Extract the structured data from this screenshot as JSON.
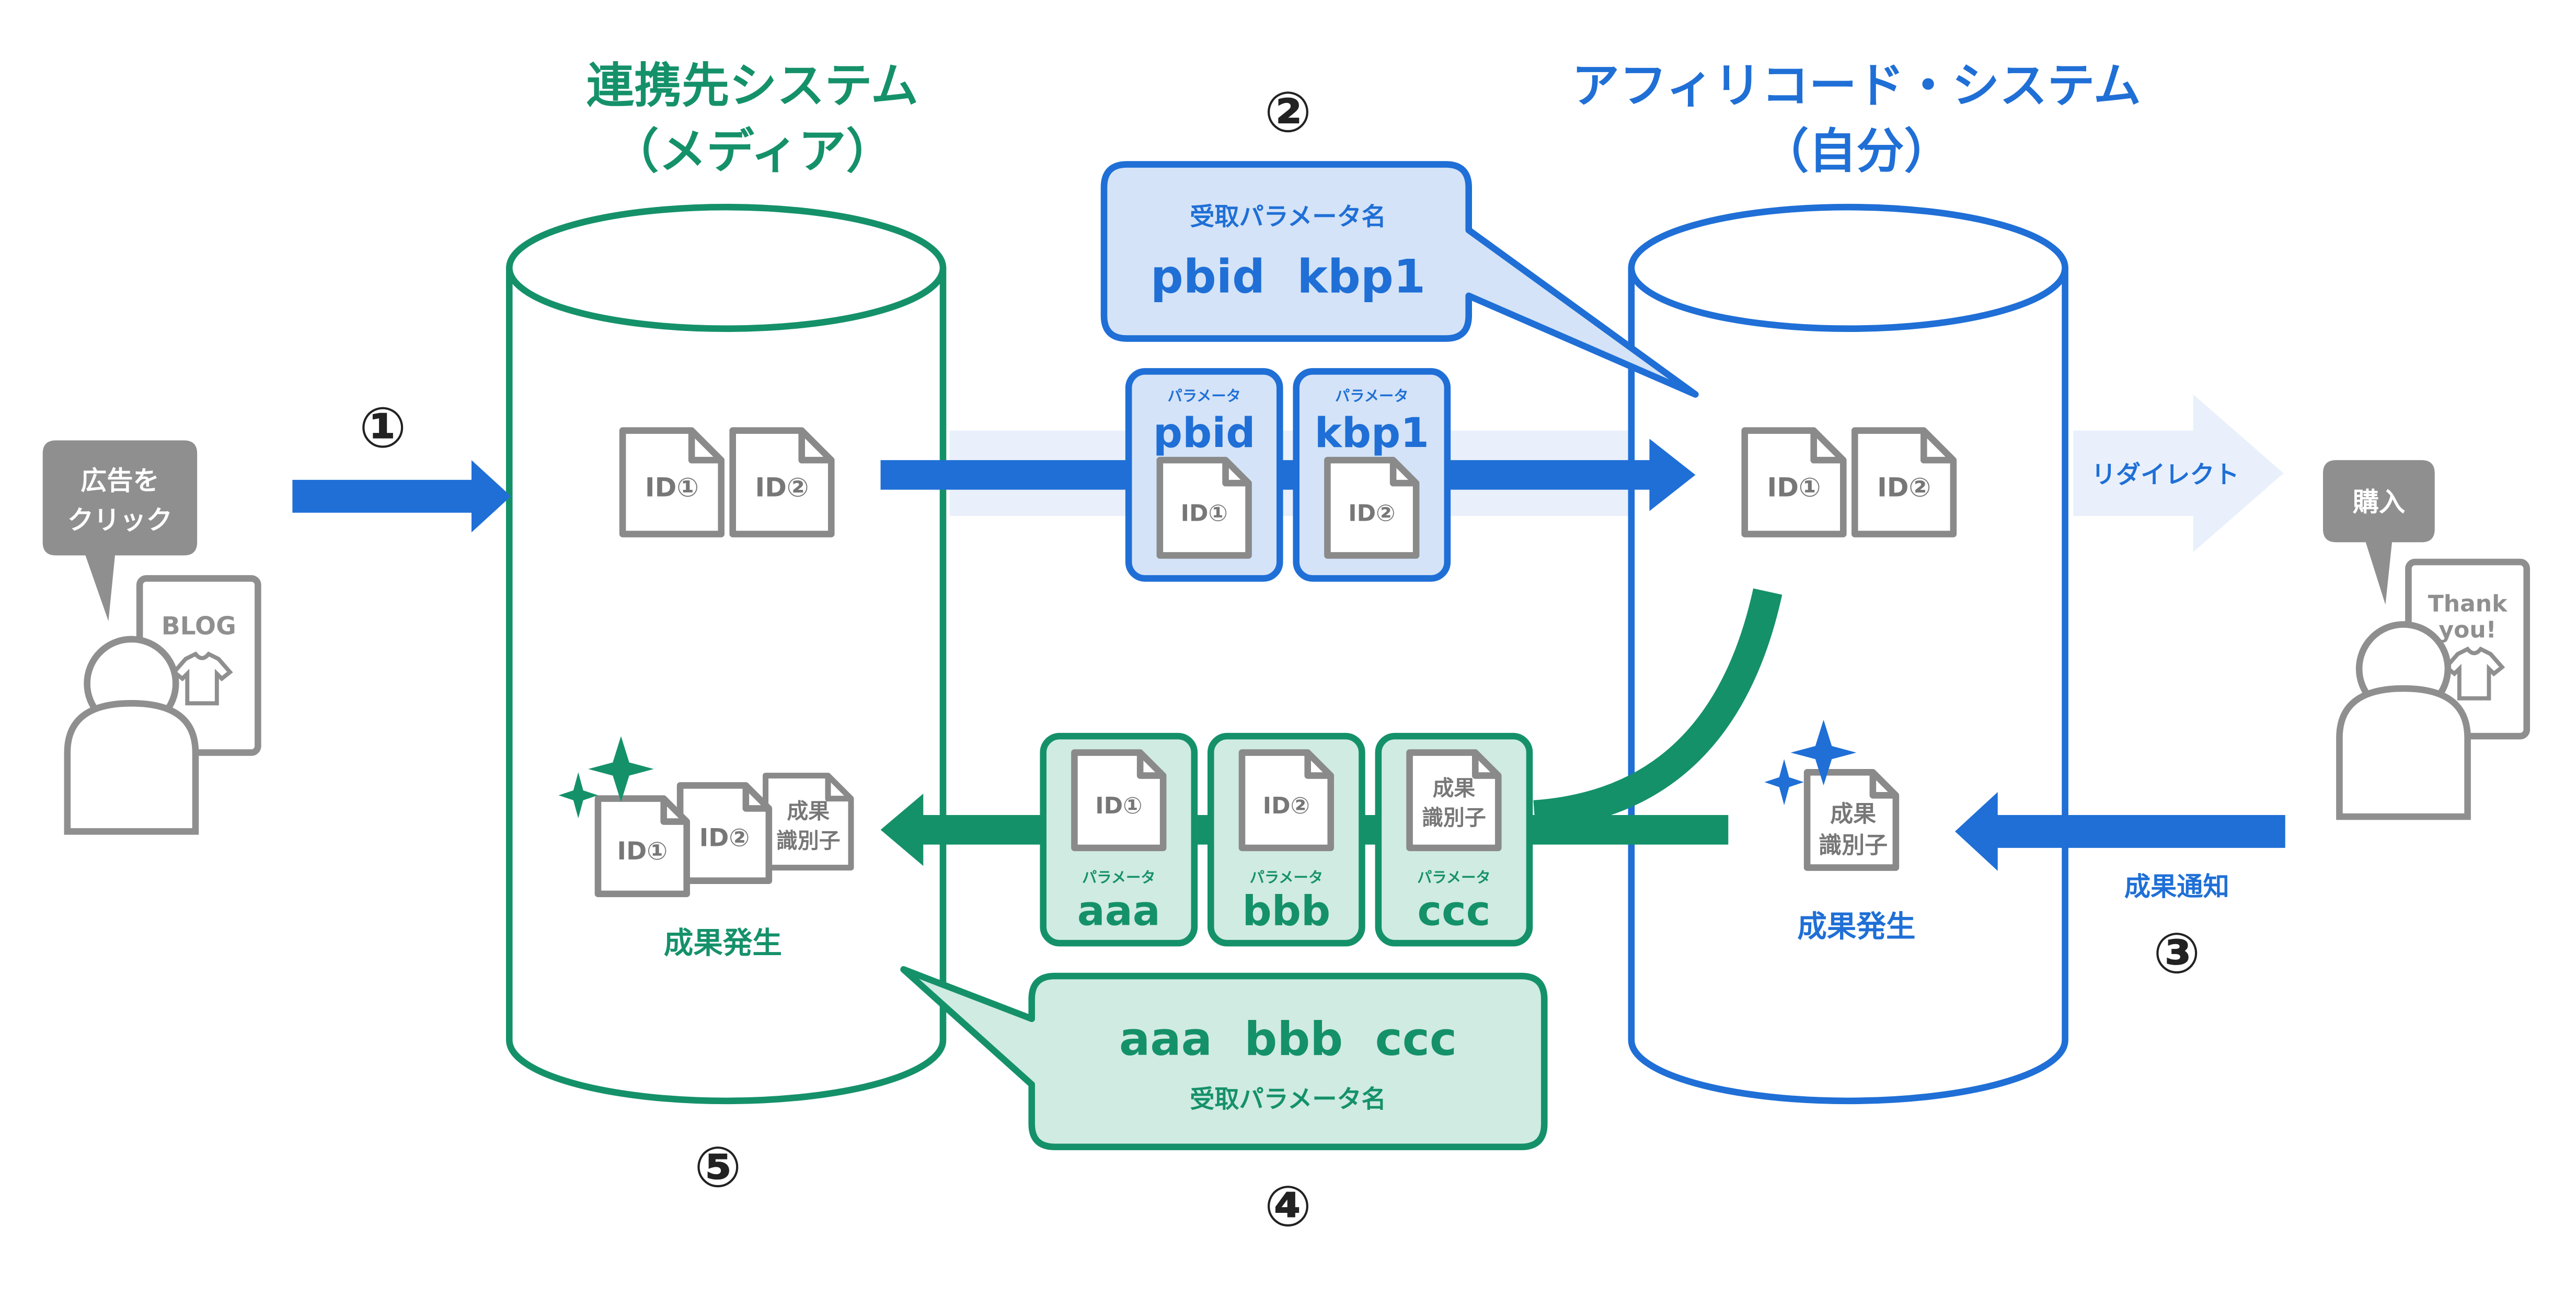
{
  "titles": {
    "partner_line1": "連携先システム",
    "partner_line2": "（メディア）",
    "affi_line1": "アフィリコード・システム",
    "affi_line2": "（自分）"
  },
  "steps": {
    "s1": "①",
    "s2": "②",
    "s3": "③",
    "s4": "④",
    "s5": "⑤"
  },
  "user_left": {
    "bubble_line1": "広告を",
    "bubble_line2": "クリック",
    "device_label": "BLOG"
  },
  "user_right": {
    "bubble": "購入",
    "device_line1": "Thank",
    "device_line2": "you!"
  },
  "docs": {
    "id1": "ID①",
    "id2": "ID②",
    "result_line1": "成果",
    "result_line2": "識別子"
  },
  "param_word": "パラメータ",
  "param_names_label": "受取パラメータ名",
  "blue_params": {
    "p1": "pbid",
    "p2": "kbp1",
    "callout": "pbid  kbp1"
  },
  "green_params": {
    "p1": "aaa",
    "p2": "bbb",
    "p3": "ccc",
    "callout": "aaa  bbb  ccc"
  },
  "labels": {
    "redirect": "リダイレクト",
    "result_notice": "成果通知",
    "result_occur": "成果発生"
  },
  "colors": {
    "blue": "#1f6fd6",
    "blue_light": "#d4e3f7",
    "blue_faint": "#e9f0fb",
    "green": "#15916a",
    "green_light": "#d0ebe1",
    "gray": "#888888"
  }
}
